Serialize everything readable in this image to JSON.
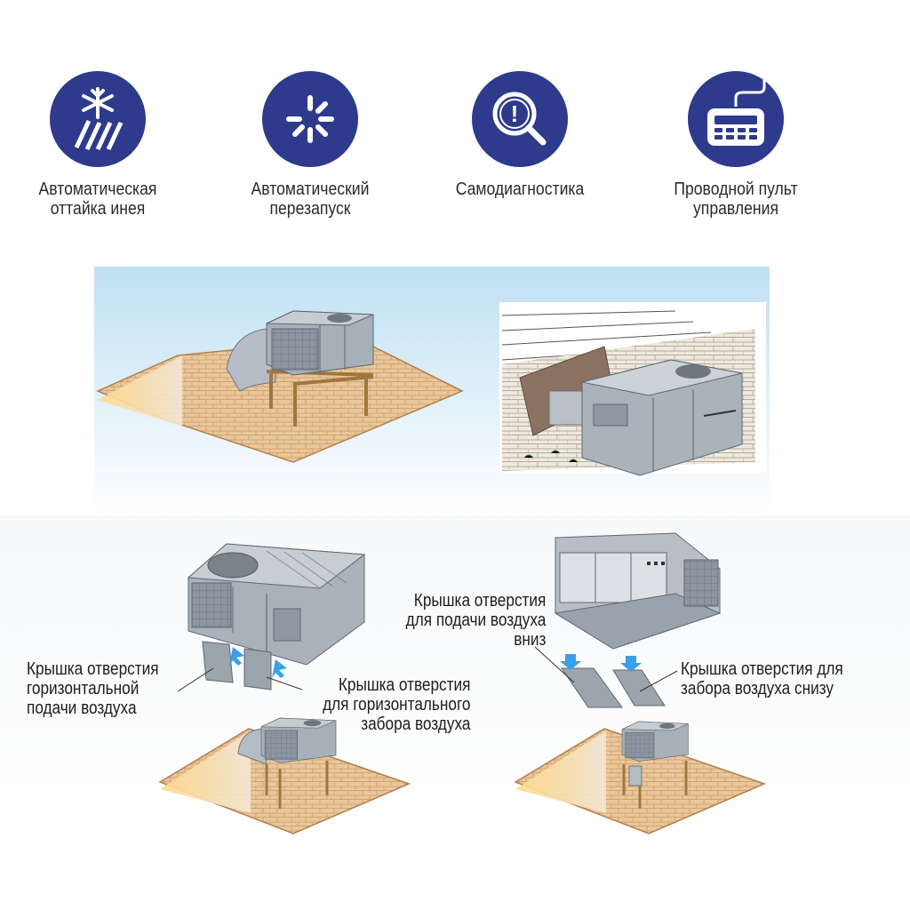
{
  "features": [
    {
      "icon": "snowflake-defrost-icon",
      "lines": [
        "Автоматическая",
        "оттайка инея"
      ]
    },
    {
      "icon": "restart-spinner-icon",
      "lines": [
        "Автоматический",
        "перезапуск"
      ]
    },
    {
      "icon": "magnifier-exclamation-icon",
      "lines": [
        "Самодиагностика"
      ]
    },
    {
      "icon": "wired-remote-control-icon",
      "lines": [
        "Проводной пульт",
        "управления"
      ]
    }
  ],
  "callouts": {
    "horizontal_supply": [
      "Крышка отверстия",
      "горизонтальной",
      "подачи воздуха"
    ],
    "horizontal_return": [
      "Крышка отверстия",
      "для горизонтального",
      "забора воздуха"
    ],
    "down_supply": [
      "Крышка отверстия",
      "для подачи воздуха",
      "вниз"
    ],
    "bottom_return": [
      "Крышка отверстия для",
      "забора воздуха снизу"
    ]
  },
  "colors": {
    "icon_circle": "#2e3a8c",
    "roof": "#e8c79a",
    "unit": "#9aa3ad",
    "sky": "#cfe6f6",
    "arrow": "#3aa0e8"
  }
}
